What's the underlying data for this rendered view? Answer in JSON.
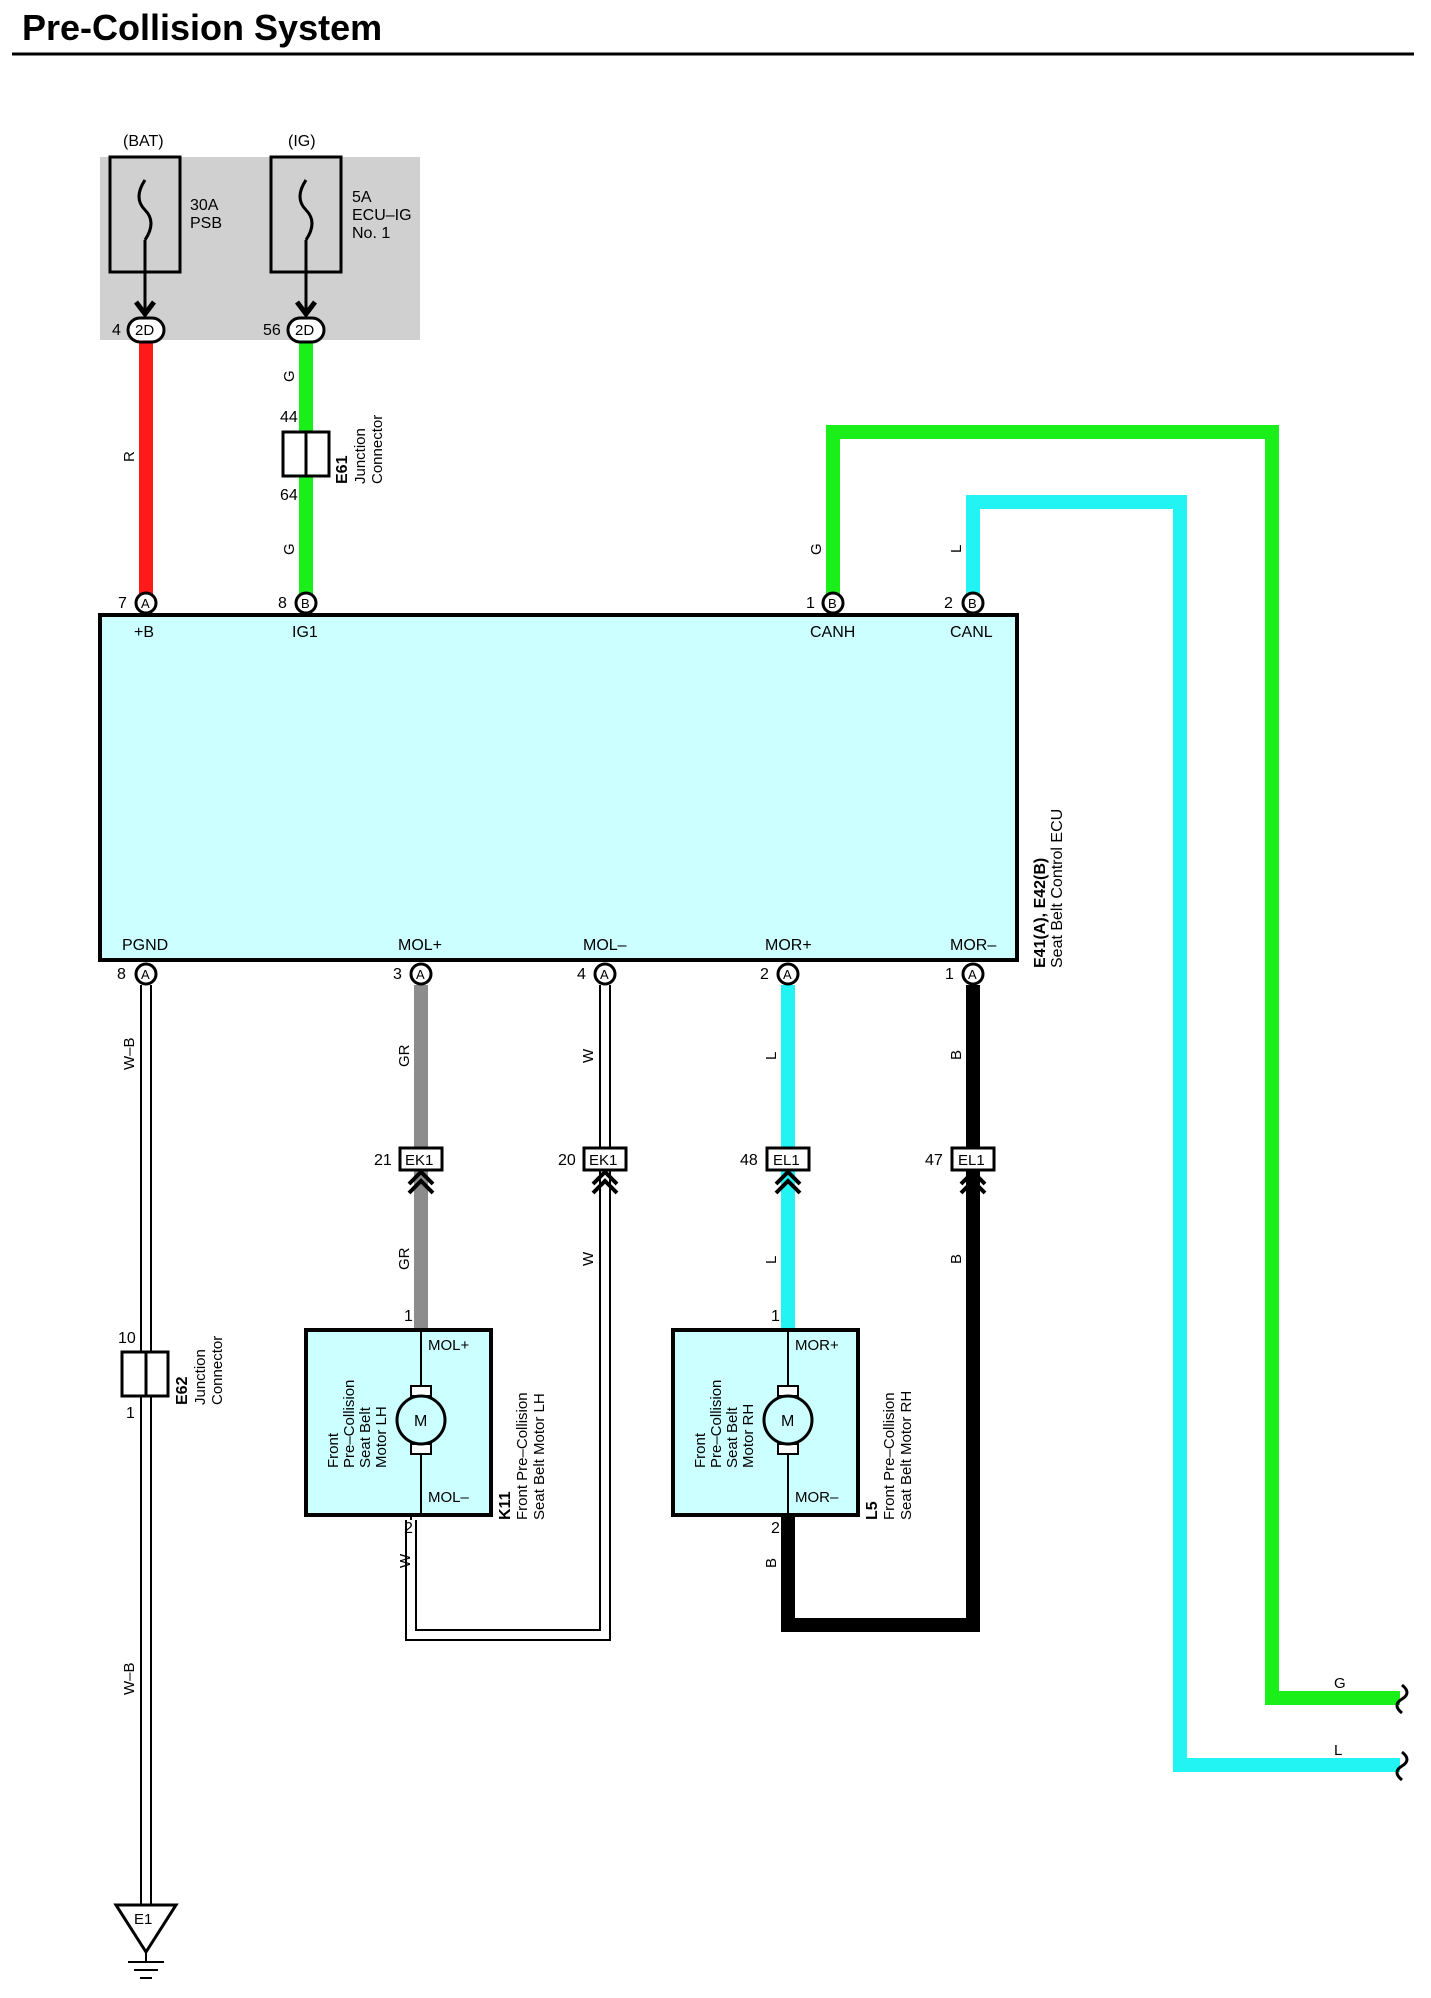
{
  "title": "Pre-Collision System",
  "colors": {
    "red": "#ff1a1a",
    "green": "#1aef1a",
    "blue": "#22f4f4",
    "gray": "#8c8c8c",
    "black": "#000000",
    "ecu_fill": "#ccffff",
    "relay_box_fill": "#d0d0d0"
  },
  "sources": {
    "bat_label": "(BAT)",
    "ig_label": "(IG)",
    "fuse1_amp": "30A",
    "fuse1_name": "PSB",
    "fuse2_amp": "5A",
    "fuse2_name1": "ECU–IG",
    "fuse2_name2": "No. 1",
    "conn1_pin": "4",
    "conn1_label": "2D",
    "conn2_pin": "56",
    "conn2_label": "2D"
  },
  "junction_e61": {
    "pin_top": "44",
    "pin_bottom": "64",
    "code": "E61",
    "line1": "Junction",
    "line2": "Connector"
  },
  "junction_e62": {
    "pin_top": "10",
    "pin_bottom": "1",
    "code": "E62",
    "line1": "Junction",
    "line2": "Connector"
  },
  "wire_colors": {
    "red_r": "R",
    "g1": "G",
    "g2": "G",
    "canh_g": "G",
    "canl_l": "L",
    "wb1": "W–B",
    "wb2": "W–B",
    "gr1": "GR",
    "gr2": "GR",
    "w1": "W",
    "w2": "W",
    "w3": "W",
    "l1": "L",
    "l2": "L",
    "b1": "B",
    "b2": "B",
    "b3": "B",
    "g_out": "G",
    "l_out": "L"
  },
  "ecu": {
    "code": "E41(A), E42(B)",
    "name": "Seat Belt Control ECU",
    "top_pins": [
      {
        "num": "7",
        "conn": "A",
        "label": "+B"
      },
      {
        "num": "8",
        "conn": "B",
        "label": "IG1"
      },
      {
        "num": "1",
        "conn": "B",
        "label": "CANH"
      },
      {
        "num": "2",
        "conn": "B",
        "label": "CANL"
      }
    ],
    "bottom_pins": [
      {
        "num": "8",
        "conn": "A",
        "label": "PGND"
      },
      {
        "num": "3",
        "conn": "A",
        "label": "MOL+"
      },
      {
        "num": "4",
        "conn": "A",
        "label": "MOL–"
      },
      {
        "num": "2",
        "conn": "A",
        "label": "MOR+"
      },
      {
        "num": "1",
        "conn": "A",
        "label": "MOR–"
      }
    ]
  },
  "inline_connectors": [
    {
      "pin": "21",
      "label": "EK1"
    },
    {
      "pin": "20",
      "label": "EK1"
    },
    {
      "pin": "48",
      "label": "EL1"
    },
    {
      "pin": "47",
      "label": "EL1"
    }
  ],
  "motor_lh": {
    "pin_top": "1",
    "pin_bottom": "2",
    "term_top": "MOL+",
    "term_bottom": "MOL–",
    "inner1": "Front",
    "inner2": "Pre–Collision",
    "inner3": "Seat Belt",
    "inner4": "Motor LH",
    "symbol": "M",
    "code": "K11",
    "name1": "Front Pre–Collision",
    "name2": "Seat Belt Motor LH"
  },
  "motor_rh": {
    "pin_top": "1",
    "pin_bottom": "2",
    "term_top": "MOR+",
    "term_bottom": "MOR–",
    "inner1": "Front",
    "inner2": "Pre–Collision",
    "inner3": "Seat Belt",
    "inner4": "Motor RH",
    "symbol": "M",
    "code": "L5",
    "name1": "Front Pre–Collision",
    "name2": "Seat Belt Motor RH"
  },
  "ground": {
    "label": "E1"
  }
}
